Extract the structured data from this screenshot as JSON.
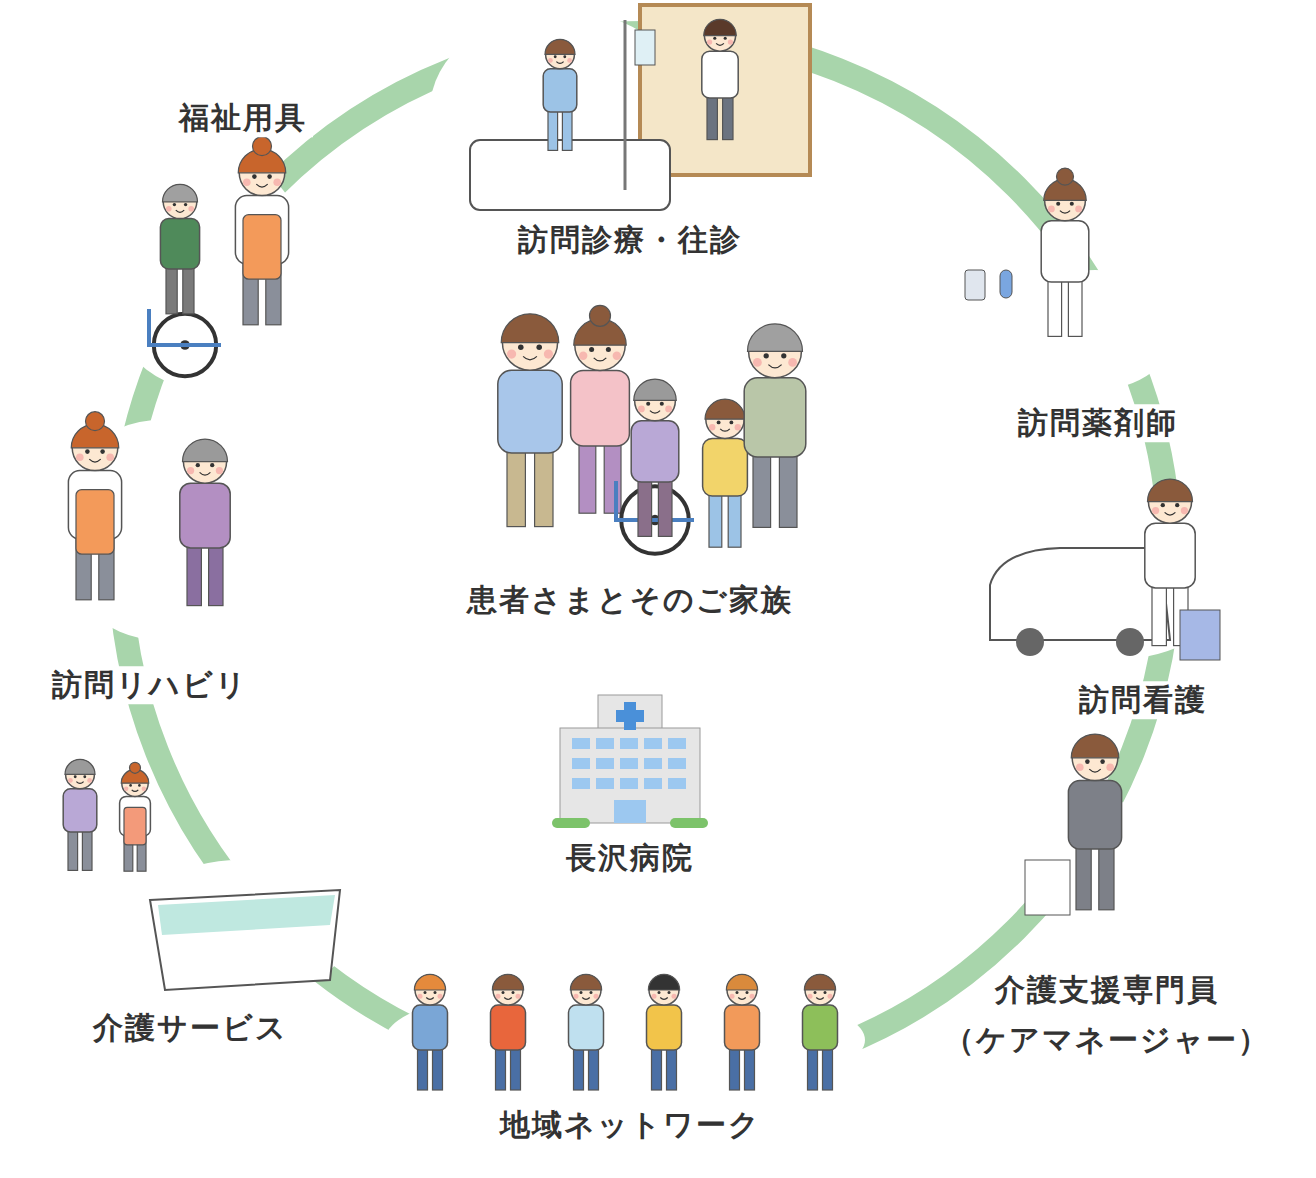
{
  "diagram": {
    "labels": [
      "福祉用具",
      "訪問診療・往診",
      "訪問薬剤師",
      "訪問看護",
      "介護支援専門員",
      "（ケアマネージャー）",
      "地域ネットワーク",
      "介護サービス",
      "訪問リハビリ",
      "患者さまとそのご家族",
      "長沢病院"
    ]
  }
}
